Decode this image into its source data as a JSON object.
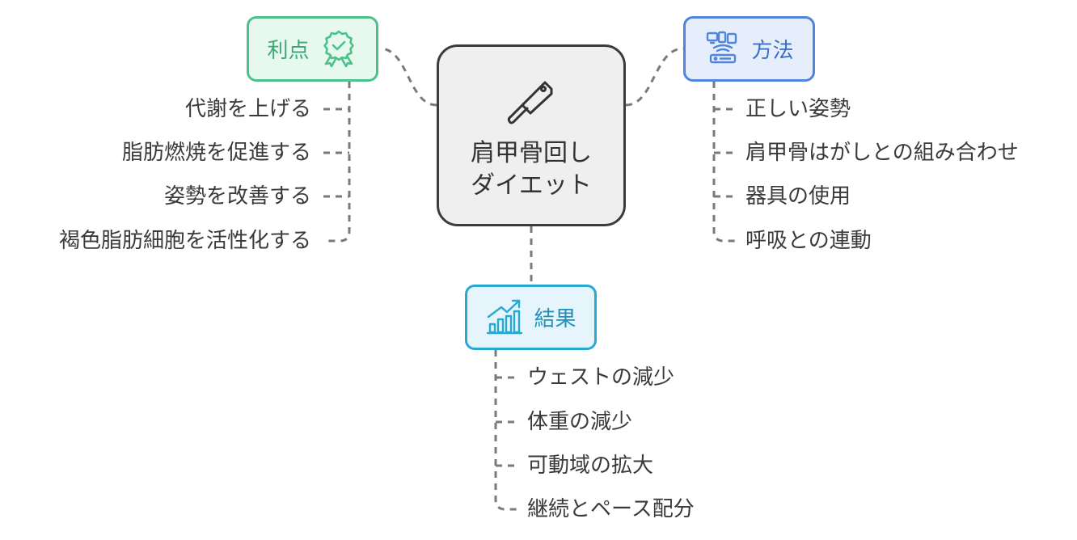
{
  "center": {
    "title_line1": "肩甲骨回し",
    "title_line2": "ダイエット",
    "icon": "cleaver-knife-icon"
  },
  "benefits": {
    "label": "利点",
    "icon": "award-ribbon-icon",
    "color": "#4cc18a",
    "items": [
      "代謝を上げる",
      "脂肪燃焼を促進する",
      "姿勢を改善する",
      "褐色脂肪細胞を活性化する"
    ]
  },
  "methods": {
    "label": "方法",
    "icon": "devices-network-icon",
    "color": "#4f85db",
    "items": [
      "正しい姿勢",
      "肩甲骨はがしとの組み合わせ",
      "器具の使用",
      "呼吸との連動"
    ]
  },
  "results": {
    "label": "結果",
    "icon": "growth-chart-icon",
    "color": "#27a9d4",
    "items": [
      "ウェストの減少",
      "体重の減少",
      "可動域の拡大",
      "継続とペース配分"
    ]
  }
}
